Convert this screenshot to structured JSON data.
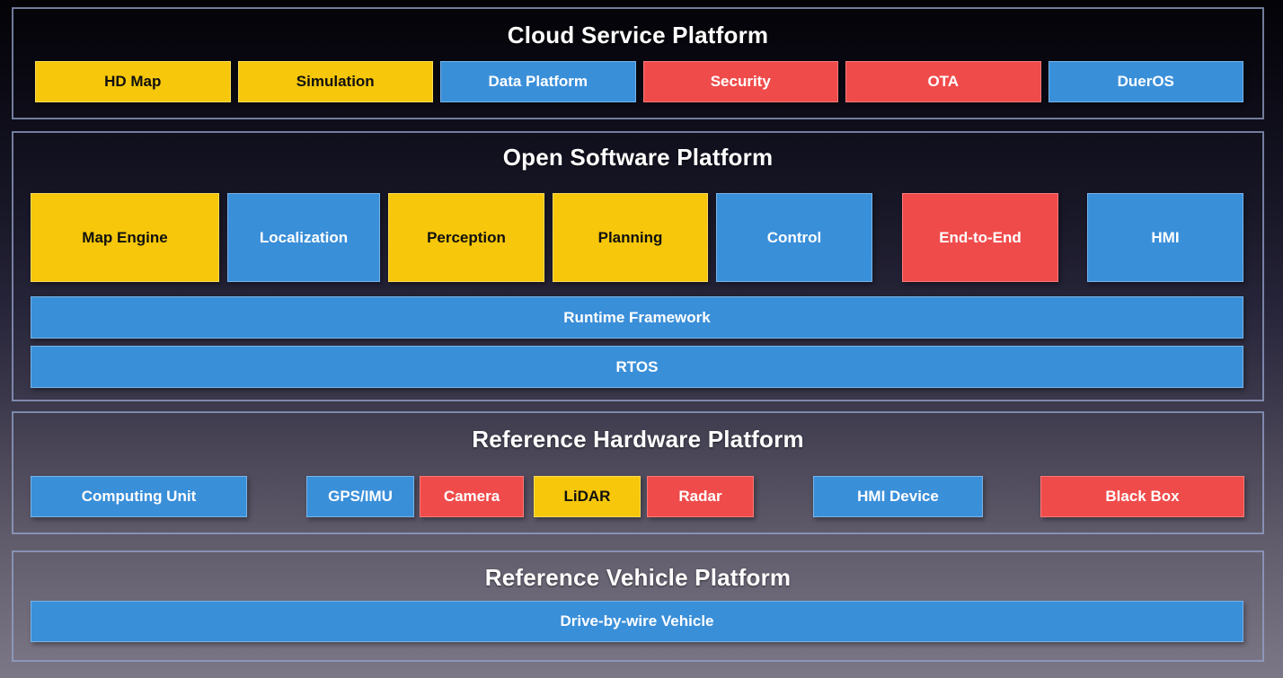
{
  "colors": {
    "yellow": "#F6C70A",
    "blue": "#3A8FD9",
    "red": "#F04B4B",
    "section_border": "#94A3CB",
    "background_top": "#040307",
    "background_bottom": "#7C7787"
  },
  "sections": {
    "cloud": {
      "title": "Cloud Service Platform",
      "items": [
        {
          "label": "HD Map",
          "color": "yellow"
        },
        {
          "label": "Simulation",
          "color": "yellow"
        },
        {
          "label": "Data Platform",
          "color": "blue"
        },
        {
          "label": "Security",
          "color": "red"
        },
        {
          "label": "OTA",
          "color": "red"
        },
        {
          "label": "DuerOS",
          "color": "blue"
        }
      ]
    },
    "software": {
      "title": "Open Software Platform",
      "modules": [
        {
          "label": "Map Engine",
          "color": "yellow"
        },
        {
          "label": "Localization",
          "color": "blue"
        },
        {
          "label": "Perception",
          "color": "yellow"
        },
        {
          "label": "Planning",
          "color": "yellow"
        },
        {
          "label": "Control",
          "color": "blue"
        },
        {
          "label": "End-to-End",
          "color": "red"
        },
        {
          "label": "HMI",
          "color": "blue"
        }
      ],
      "layers": [
        {
          "label": "Runtime Framework",
          "color": "blue"
        },
        {
          "label": "RTOS",
          "color": "blue"
        }
      ]
    },
    "hardware": {
      "title": "Reference Hardware Platform",
      "items": [
        {
          "label": "Computing Unit",
          "color": "blue"
        },
        {
          "label": "GPS/IMU",
          "color": "blue"
        },
        {
          "label": "Camera",
          "color": "red"
        },
        {
          "label": "LiDAR",
          "color": "yellow"
        },
        {
          "label": "Radar",
          "color": "red"
        },
        {
          "label": "HMI Device",
          "color": "blue"
        },
        {
          "label": "Black Box",
          "color": "red"
        }
      ]
    },
    "vehicle": {
      "title": "Reference Vehicle Platform",
      "layer": {
        "label": "Drive-by-wire Vehicle",
        "color": "blue"
      }
    }
  }
}
